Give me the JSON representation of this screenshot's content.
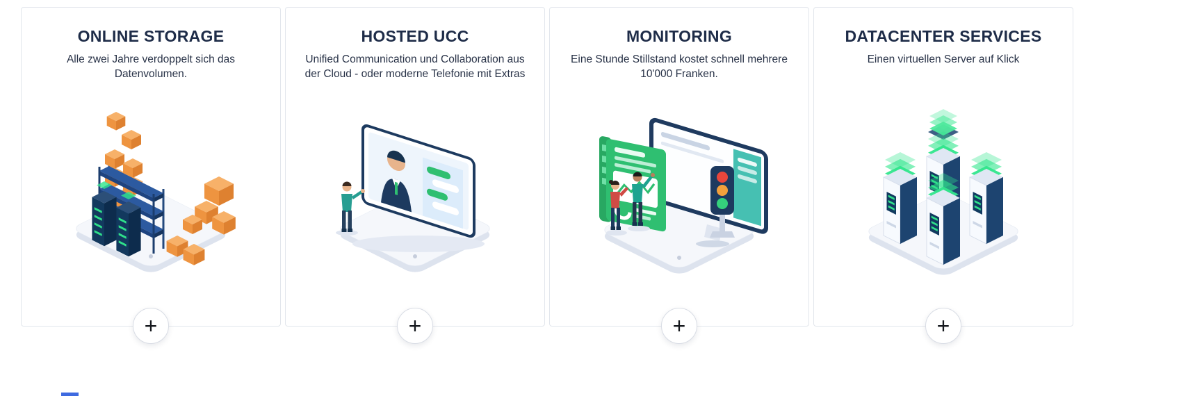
{
  "cards": [
    {
      "title": "ONLINE STORAGE",
      "description": "Alle zwei Jahre verdoppelt sich das Datenvolumen.",
      "illustration": "online-storage",
      "expand_label": "+"
    },
    {
      "title": "HOSTED UCC",
      "description": "Unified Communication und Collaboration aus der Cloud - oder moderne Telefonie mit Extras",
      "illustration": "hosted-ucc",
      "expand_label": "+"
    },
    {
      "title": "MONITORING",
      "description": "Eine Stunde Stillstand kostet schnell mehrere 10'000 Franken.",
      "illustration": "monitoring",
      "expand_label": "+"
    },
    {
      "title": "DATACENTER SERVICES",
      "description": "Einen virtuellen Server auf Klick",
      "illustration": "datacenter-services",
      "expand_label": "+"
    }
  ],
  "colors": {
    "title_text": "#1e2c48",
    "body_text": "#283247",
    "card_border": "#e2e6ec",
    "accent_green": "#2fbf71",
    "accent_bright_green": "#2fe08a",
    "accent_orange": "#ee9440",
    "accent_navy": "#1d3a5f",
    "accent_red": "#cf4b45",
    "partial_blue": "#3e6ae0"
  }
}
